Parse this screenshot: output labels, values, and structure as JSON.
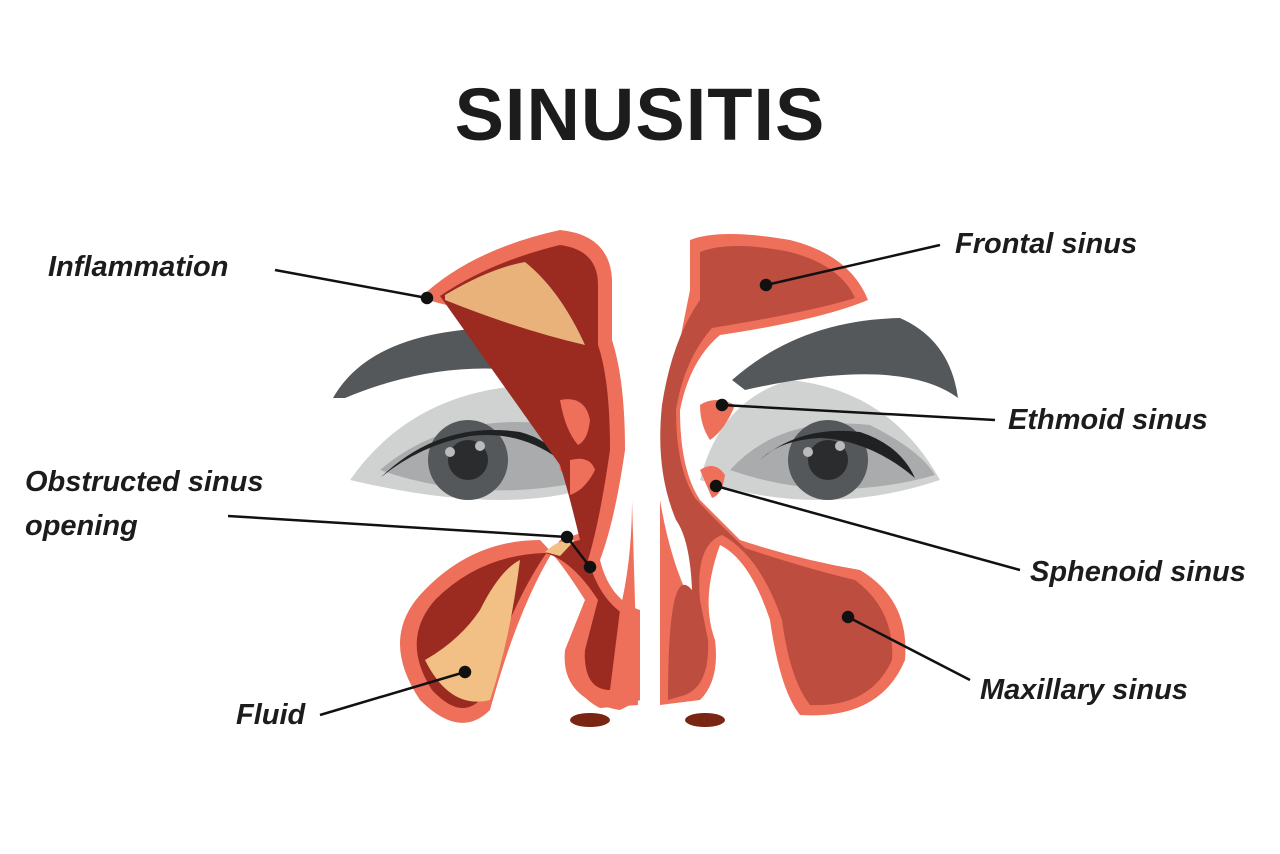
{
  "title": "SINUSITIS",
  "labels": {
    "inflammation": "Inflammation",
    "frontal_sinus": "Frontal sinus",
    "ethmoid_sinus": "Ethmoid sinus",
    "obstructed_line1": "Obstructed sinus",
    "obstructed_line2": "opening",
    "sphenoid_sinus": "Sphenoid sinus",
    "maxillary_sinus": "Maxillary sinus",
    "fluid": "Fluid"
  },
  "colors": {
    "outline": "#ee6f5a",
    "inflamed": "#9b2a20",
    "healthy": "#bd4e3f",
    "fluid": "#e8b27a",
    "eyebrow": "#55585a",
    "skin_shadow": "#d0d2d2"
  }
}
